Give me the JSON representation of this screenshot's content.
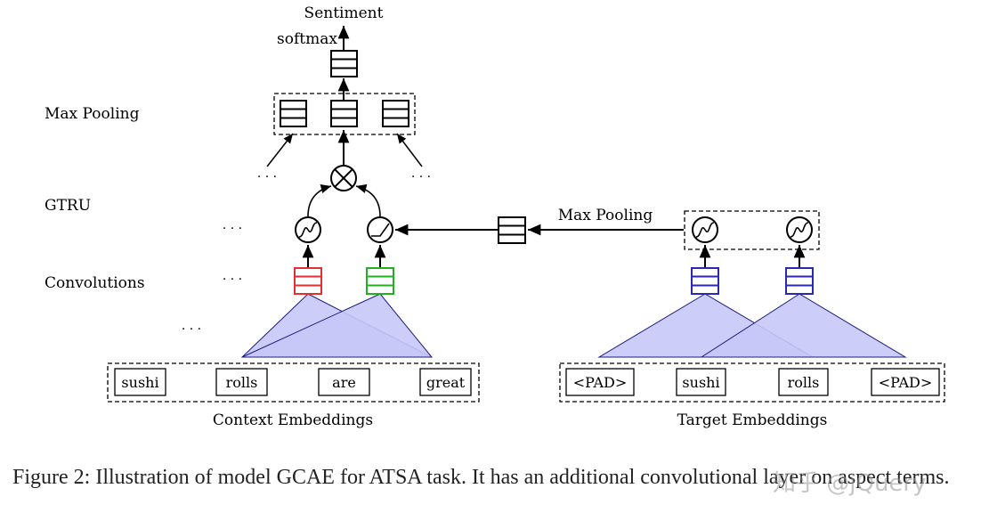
{
  "labels": {
    "sentiment": "Sentiment",
    "softmax": "softmax",
    "max_pooling_row": "Max Pooling",
    "gtru": "GTRU",
    "convolutions": "Convolutions",
    "max_pooling_target": "Max Pooling",
    "context_embeddings": "Context Embeddings",
    "target_embeddings": "Target Embeddings",
    "ellipsis": "· · ·"
  },
  "context_tokens": [
    "sushi",
    "rolls",
    "are",
    "great"
  ],
  "target_tokens": [
    "<PAD>",
    "sushi",
    "rolls",
    "<PAD>"
  ],
  "caption": "Figure 2: Illustration of model GCAE for ATSA task. It has an additional convolutional layer on aspect terms.",
  "watermark": "知乎 @jQuery",
  "colors": {
    "red_conv": "#e03030",
    "green_conv": "#20b020",
    "blue_conv": "#2a2ab0",
    "triangle_fill": "#c7c8f7",
    "triangle_stroke": "#1c1c80"
  }
}
